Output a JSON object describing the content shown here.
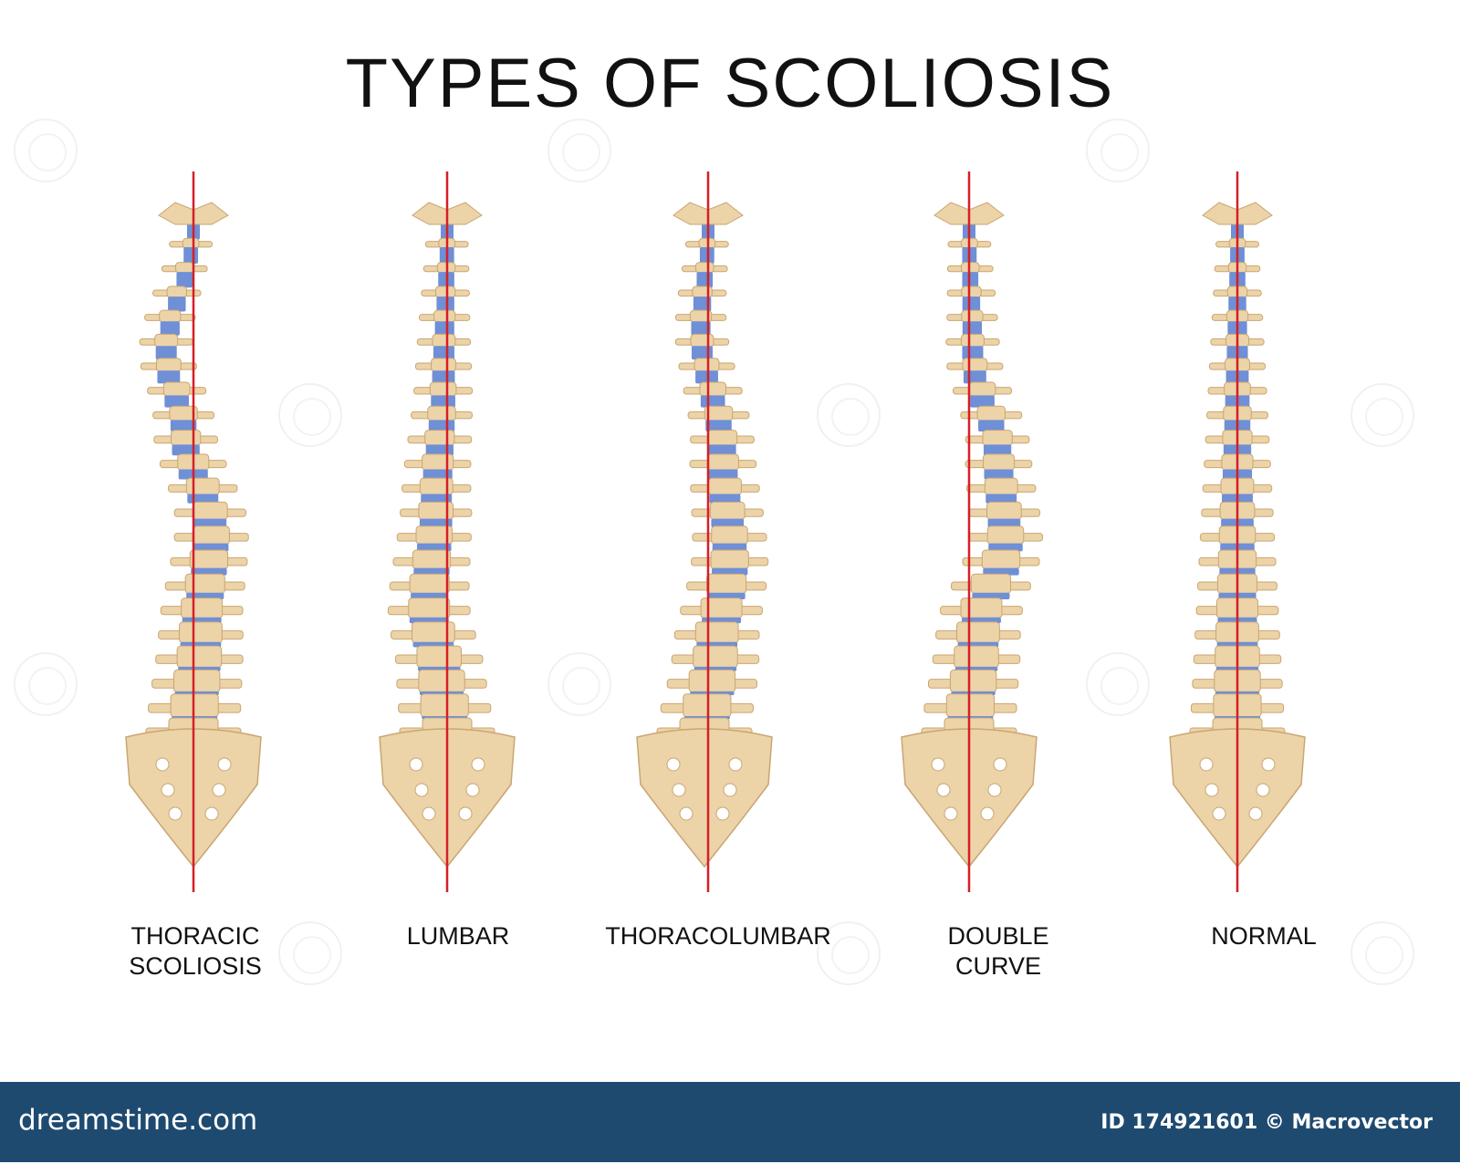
{
  "title": "TYPES OF SCOLIOSIS",
  "colors": {
    "bone": "#ecd3a8",
    "bone_shadow": "#c9a673",
    "disc": "#6f8fd6",
    "midline": "#d51f26",
    "footer": "#1e4a70"
  },
  "panels": [
    {
      "label": "THORACIC\nSCOLIOSIS",
      "type": "thoracic"
    },
    {
      "label": "LUMBAR",
      "type": "lumbar"
    },
    {
      "label": "THORACOLUMBAR",
      "type": "thoracolumbar"
    },
    {
      "label": "DOUBLE\nCURVE",
      "type": "double"
    },
    {
      "label": "NORMAL",
      "type": "normal"
    }
  ],
  "footer": {
    "brand": "dreamstime.com",
    "credit": "ID 174921601 © Macrovector"
  }
}
